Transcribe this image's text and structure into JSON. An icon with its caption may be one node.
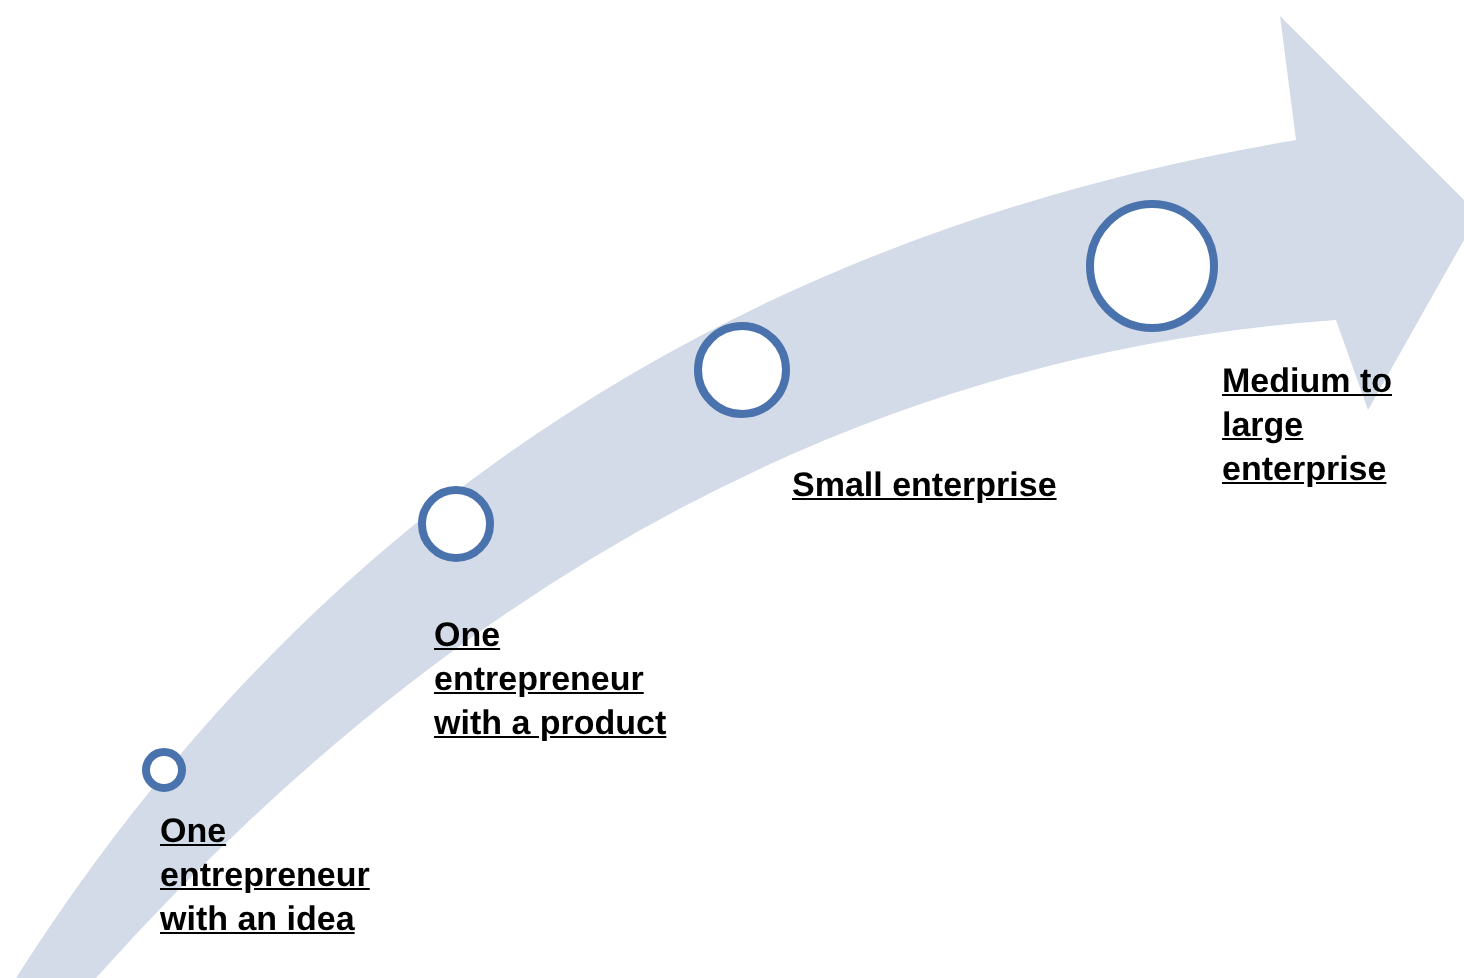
{
  "diagram": {
    "nodes": [
      {
        "text": [],
        "shape": "circle",
        "beside": [
          "One entrepreneur with an idea"
        ]
      },
      {
        "text": [],
        "shape": "circle",
        "beside": [
          "One entrepreneur with a product"
        ]
      },
      {
        "text": [],
        "shape": "circle",
        "beside": [
          "Small enterprise"
        ]
      },
      {
        "text": [],
        "shape": "circle",
        "beside": [
          "Medium to large enterprise"
        ]
      }
    ]
  }
}
